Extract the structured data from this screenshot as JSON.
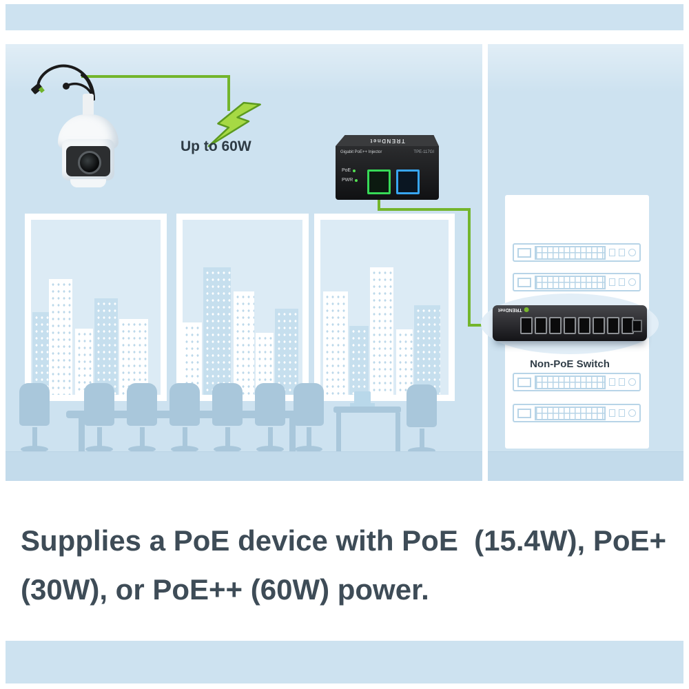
{
  "scene": {
    "power_label": "Up to 60W",
    "injector": {
      "brand": "TRENDnet",
      "face_label": "Gigabit PoE++ Injector",
      "model": "TPE-117GI",
      "led_labels": [
        "PoE",
        "PWR"
      ]
    },
    "switch": {
      "brand": "TRENDnet",
      "label": "Non-PoE Switch"
    }
  },
  "caption": {
    "text": "Supplies a PoE device with PoE  (15.4W), PoE+ (30W), or PoE++ (60W) power."
  },
  "colors": {
    "panel_blue": "#cde2f0",
    "accent_green": "#73b52c",
    "caption_text": "#3e4c57",
    "device_black": "#17181a",
    "furniture_blue": "#a9c7db"
  }
}
